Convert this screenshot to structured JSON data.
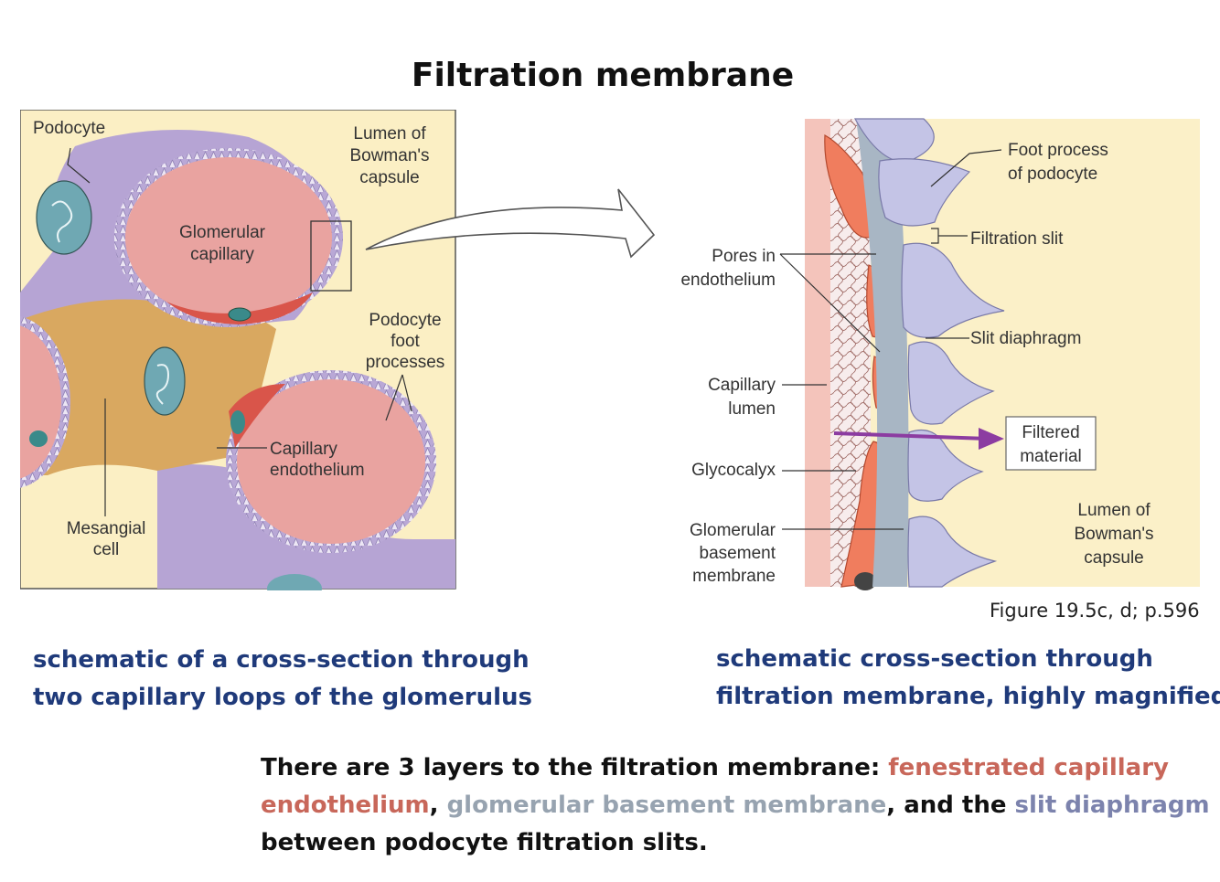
{
  "title": "Filtration membrane",
  "left_diagram": {
    "labels": {
      "podocyte": "Podocyte",
      "lumen_l1": "Lumen of",
      "lumen_l2": "Bowman's",
      "lumen_l3": "capsule",
      "glom_l1": "Glomerular",
      "glom_l2": "capillary",
      "foot_l1": "Podocyte",
      "foot_l2": "foot",
      "foot_l3": "processes",
      "endo_l1": "Capillary",
      "endo_l2": "endothelium",
      "mes_l1": "Mesangial",
      "mes_l2": "cell"
    }
  },
  "right_diagram": {
    "labels": {
      "foot_l1": "Foot process",
      "foot_l2": "of podocyte",
      "slit": "Filtration slit",
      "pores_l1": "Pores in",
      "pores_l2": "endothelium",
      "diaphragm": "Slit diaphragm",
      "caplumen_l1": "Capillary",
      "caplumen_l2": "lumen",
      "filtered_l1": "Filtered",
      "filtered_l2": "material",
      "glyco": "Glycocalyx",
      "gbm_l1": "Glomerular",
      "gbm_l2": "basement",
      "gbm_l3": "membrane",
      "lumen_l1": "Lumen of",
      "lumen_l2": "Bowman's",
      "lumen_l3": "capsule"
    }
  },
  "figure_ref": "Figure 19.5c, d; p.596",
  "caption_left": [
    "schematic of a cross-section through",
    "two capillary loops of the glomerulus"
  ],
  "caption_right": [
    "schematic cross-section through",
    "filtration membrane, highly magnified"
  ],
  "summary": {
    "p1": "There are 3 layers to the filtration membrane:  ",
    "t1": "fenestrated capillary endothelium",
    "p2": ", ",
    "t2": "glomerular basement membrane",
    "p3": ", and the ",
    "t3": "slit diaphragm",
    "p4": " between podocyte filtration slits."
  },
  "colors": {
    "endothelium": "#c8675a",
    "basement_membrane": "#97a3b0",
    "slit_diaphragm": "#7c83ad",
    "caption_blue": "#1f3a7a",
    "panel_bg": "#fbefc4"
  }
}
